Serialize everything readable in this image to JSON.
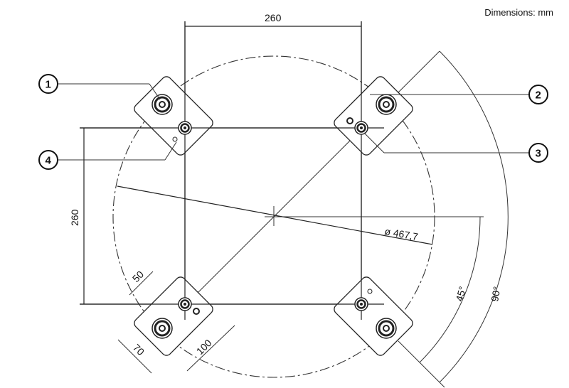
{
  "title": "Dimensions: mm",
  "dimensions": {
    "top_spacing": "260",
    "left_spacing": "260",
    "diameter": "ø 467,7",
    "angle_small": "45°",
    "angle_large": "90°",
    "pad_offset": "50",
    "pad_width": "70",
    "pad_length": "100"
  },
  "callouts": [
    "1",
    "2",
    "3",
    "4"
  ]
}
